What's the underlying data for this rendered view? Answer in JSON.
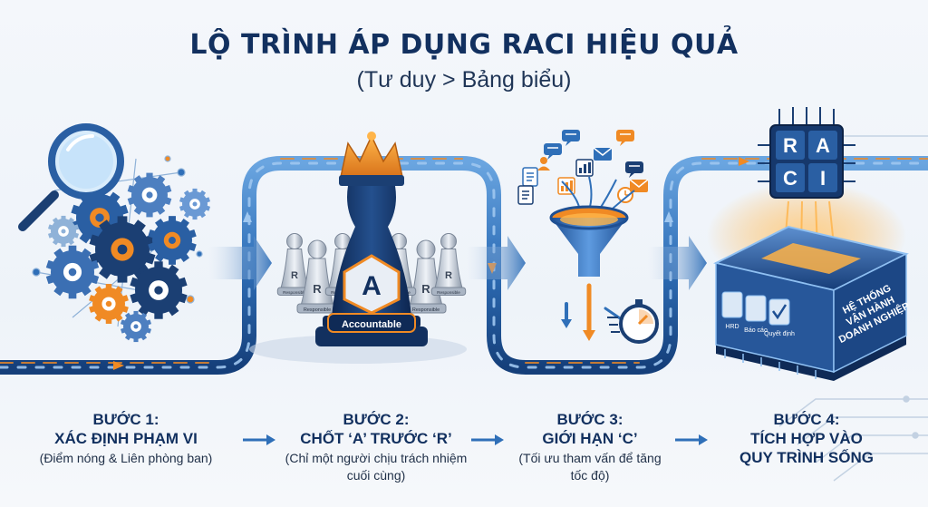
{
  "header": {
    "title": "LỘ TRÌNH ÁP DỤNG RACI HIỆU QUẢ",
    "subtitle": "(Tư duy > Bảng biểu)"
  },
  "steps": [
    {
      "label": "BƯỚC 1:",
      "title": "XÁC ĐỊNH PHẠM VI",
      "desc": "(Điểm nóng & Liên phòng ban)"
    },
    {
      "label": "BƯỚC 2:",
      "title": "CHỐT ‘A’ TRƯỚC ‘R’",
      "desc": "(Chỉ một người chịu trách nhiệm cuối cùng)"
    },
    {
      "label": "BƯỚC 3:",
      "title": "GIỚI HẠN ‘C’",
      "desc": "(Tối ưu tham vấn để tăng tốc độ)"
    },
    {
      "label": "BƯỚC 4:",
      "title": "TÍCH HỢP VÀO",
      "title2": "QUY TRÌNH SỐNG"
    }
  ],
  "chess": {
    "king_letter": "A",
    "king_tag": "Accountable",
    "pawn_letter": "R",
    "pawn_tag": "Responsible"
  },
  "chip": {
    "letters": [
      "R",
      "A",
      "C",
      "I"
    ],
    "platform_text": [
      "HỆ THỐNG",
      "VẬN HÀNH",
      "DOANH NGHIỆP"
    ],
    "card_labels": [
      "HRD",
      "Báo cáo",
      "Quyết định"
    ]
  },
  "colors": {
    "navy": "#12305f",
    "blue": "#2f6fb8",
    "orange": "#f08a24",
    "light_blue": "#7fb3e6"
  }
}
